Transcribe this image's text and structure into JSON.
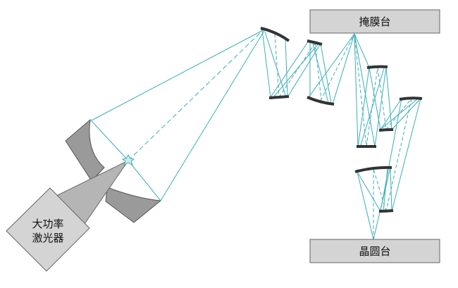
{
  "labels": {
    "mask_stage": "掩膜台",
    "wafer_stage": "晶圆台",
    "laser_line1": "大功率",
    "laser_line2": "激光器"
  },
  "colors": {
    "beam": "#3aaeb8",
    "mirror": "#333333",
    "box_fill": "#d4d4d4",
    "box_stroke": "#666666",
    "collector_fill": "#9a9a9a",
    "laser_cone_fill": "#b5b5b5"
  }
}
